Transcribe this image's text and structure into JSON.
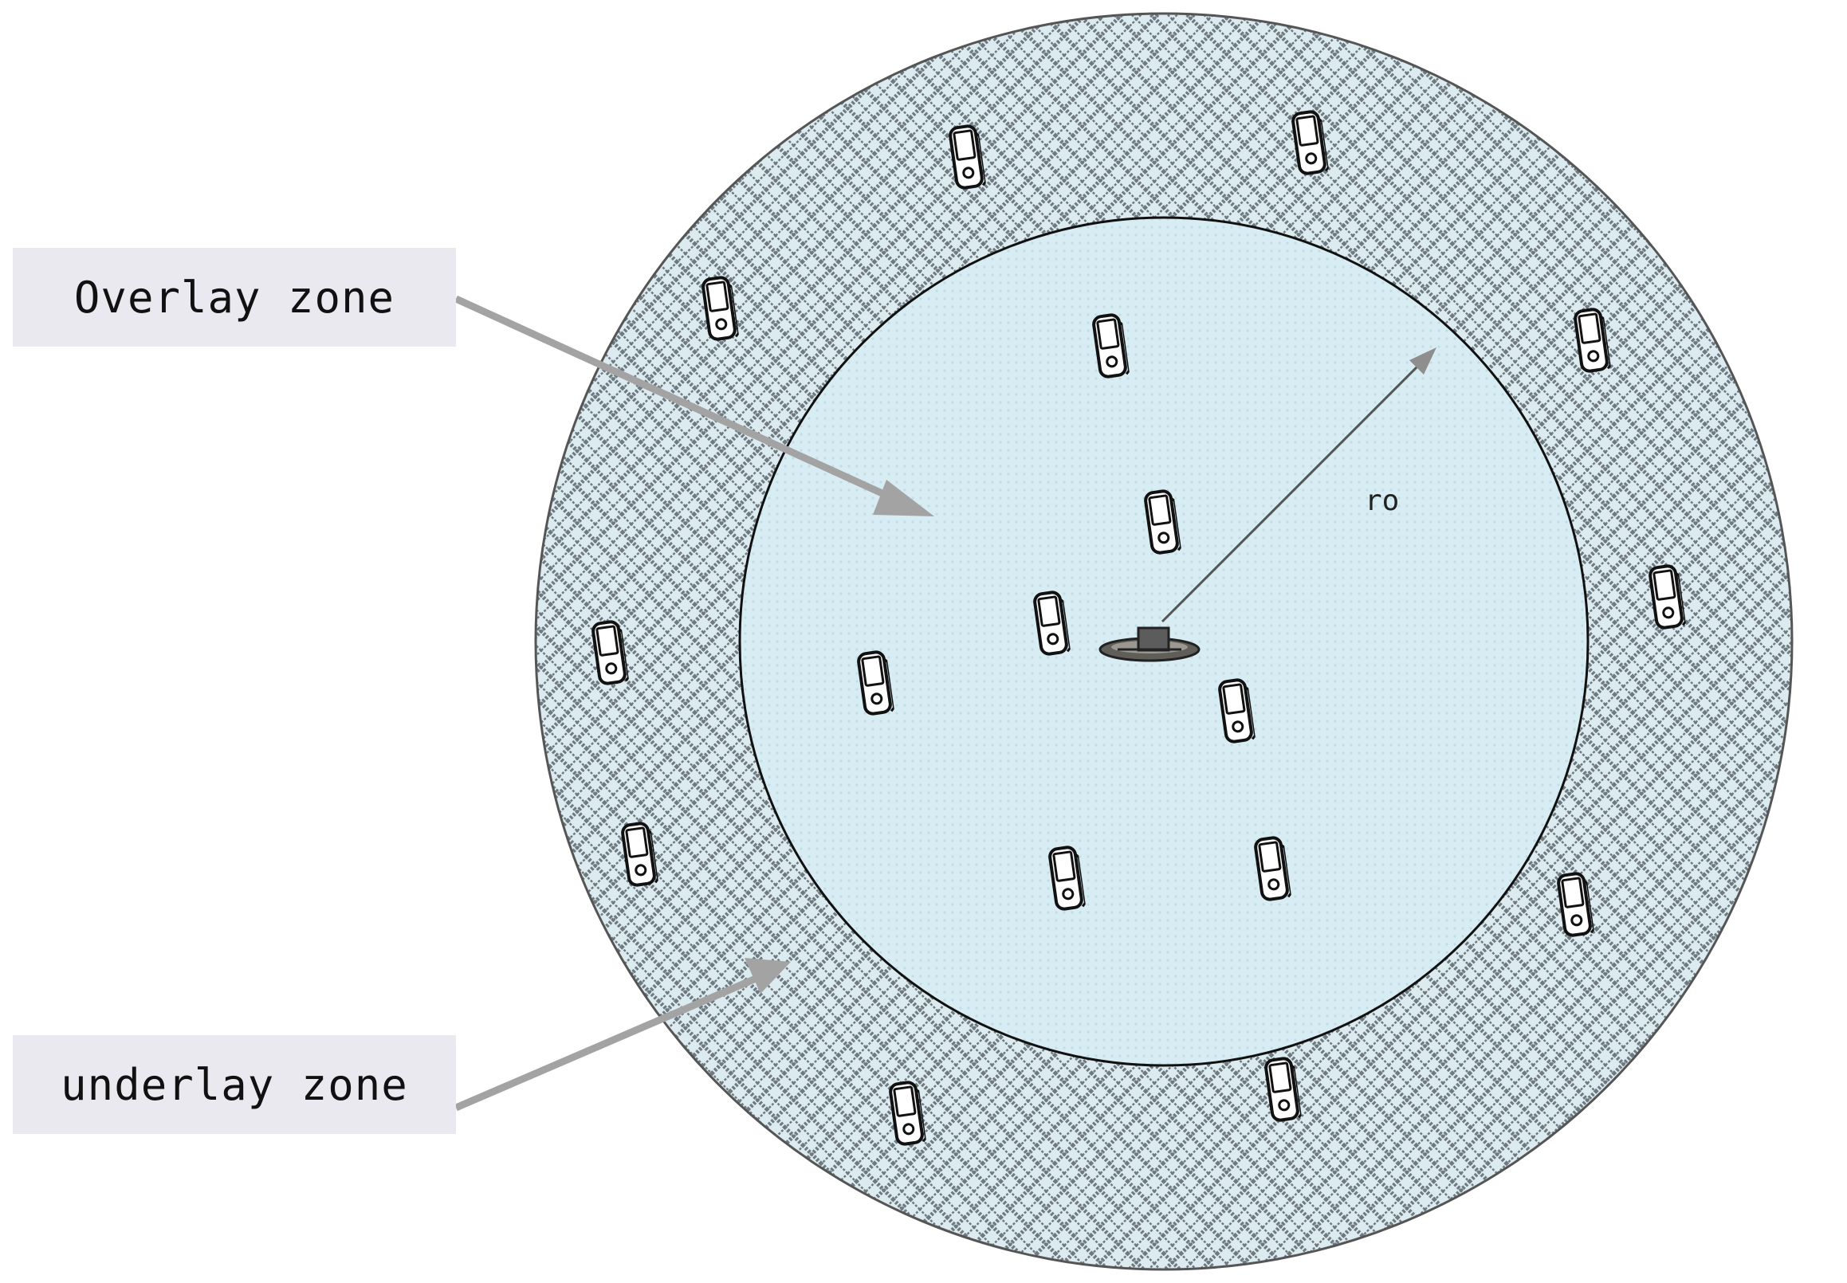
{
  "labels": {
    "overlay": "Overlay zone",
    "underlay": "underlay zone",
    "radius": "ro"
  },
  "colors": {
    "outer_fill": "#dcebf0",
    "outer_hatch": "#6e7a7f",
    "inner_fill": "#d8ecf3",
    "circle_stroke": "#111111",
    "arrow": "#a3a3a3",
    "label_bg": "#ebe9f0"
  },
  "icons": {
    "base_station": "base-station-icon",
    "device": "mobile-phone-icon"
  }
}
